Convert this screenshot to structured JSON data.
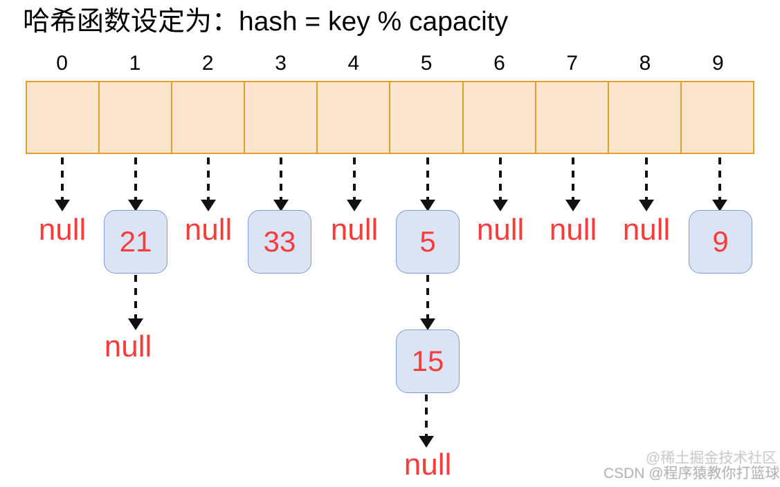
{
  "title": "哈希函数设定为：hash = key % capacity",
  "hash_table": {
    "columns": [
      {
        "label": "0",
        "items": [
          "null"
        ]
      },
      {
        "label": "1",
        "items": [
          "21",
          "null"
        ]
      },
      {
        "label": "2",
        "items": [
          "null"
        ]
      },
      {
        "label": "3",
        "items": [
          "33"
        ]
      },
      {
        "label": "4",
        "items": [
          "null"
        ]
      },
      {
        "label": "5",
        "items": [
          "5",
          "15",
          "null"
        ]
      },
      {
        "label": "6",
        "items": [
          "null"
        ]
      },
      {
        "label": "7",
        "items": [
          "null"
        ]
      },
      {
        "label": "8",
        "items": [
          "null"
        ]
      },
      {
        "label": "9",
        "items": [
          "9"
        ]
      }
    ]
  },
  "colors": {
    "cell_fill": "#fce5cf",
    "cell_border": "#dfa226",
    "node_fill": "#dae4f5",
    "node_border": "#7f9bcf",
    "value_text": "#f93b3b",
    "arrow": "#111111"
  },
  "watermark": {
    "line1": "@稀土掘金技术社区",
    "line2": "CSDN @程序猿教你打篮球"
  }
}
